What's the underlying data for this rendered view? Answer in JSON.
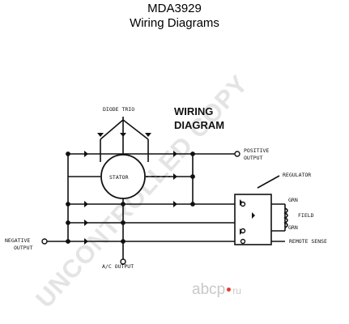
{
  "header": {
    "part_number": "MDA3929",
    "subtitle": "Wiring Diagrams"
  },
  "diagram": {
    "heading_line1": "WIRING",
    "heading_line2": "DIAGRAM",
    "labels": {
      "diode_trio": "DIODE TRIO",
      "stator": "STATOR",
      "positive_line1": "POSITIVE",
      "positive_line2": "OUTPUT",
      "regulator": "REGULATOR",
      "grn_top": "GRN",
      "grn_bottom": "GRN",
      "field": "FIELD",
      "remote_sense": "REMOTE SENSE",
      "negative_line1": "NEGATIVE",
      "negative_line2": "OUTPUT",
      "ac_output": "A/C OUTPUT"
    }
  },
  "watermark": {
    "text": "UNCONTROLLED COPY",
    "brand_main": "abcp",
    "brand_tld": "ru"
  }
}
